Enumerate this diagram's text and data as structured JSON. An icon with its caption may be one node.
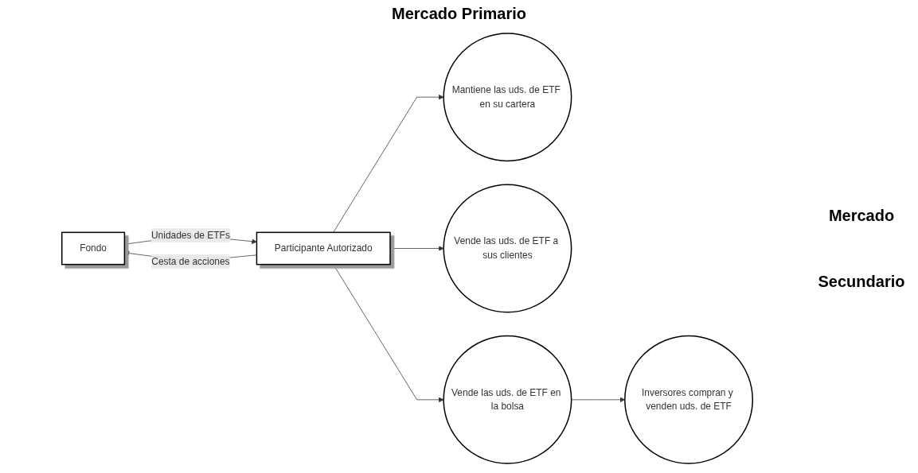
{
  "diagram": {
    "nodes": [
      {
        "text": [
          "Fondo"
        ]
      },
      {
        "text": [
          "Participante Autorizado"
        ]
      },
      {
        "text": [
          "Mantiene las uds. de ETF en su cartera"
        ]
      },
      {
        "text": [
          "Vende las uds. de ETF a sus clientes"
        ]
      },
      {
        "text": [
          "Vende las uds. de ETF en la bolsa"
        ]
      },
      {
        "text": [
          "Inversores compran y venden uds. de ETF"
        ]
      }
    ],
    "edges": [
      {
        "from": 1,
        "to": 0,
        "arrow": "to",
        "label": "Cesta de acciones"
      },
      {
        "from": 0,
        "to": 1,
        "arrow": "to",
        "label": "Unidades de ETFs"
      },
      {
        "from": 1,
        "to": 2,
        "arrow": "to"
      },
      {
        "from": 1,
        "to": 3,
        "arrow": "to"
      },
      {
        "from": 1,
        "to": 4,
        "arrow": "to"
      },
      {
        "from": 4,
        "to": 5,
        "arrow": "to"
      }
    ],
    "labels": [
      "Mercado Primario",
      "Mercado",
      "Secundario"
    ]
  }
}
